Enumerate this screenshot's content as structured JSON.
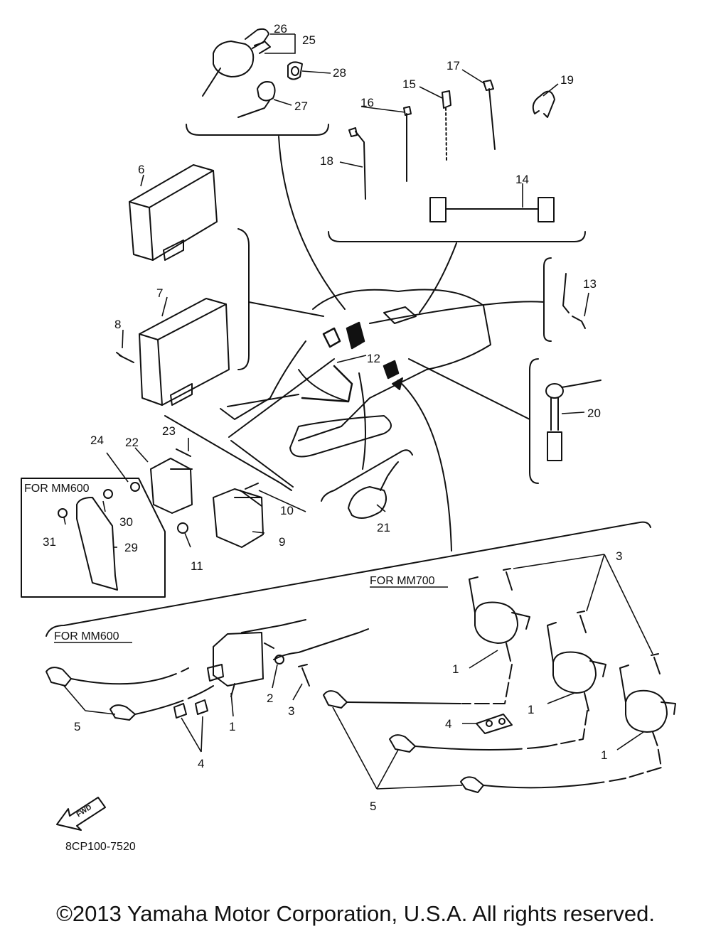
{
  "callouts": [
    "1",
    "2",
    "3",
    "4",
    "5",
    "6",
    "7",
    "8",
    "9",
    "10",
    "11",
    "12",
    "13",
    "14",
    "15",
    "16",
    "17",
    "18",
    "19",
    "20",
    "21",
    "22",
    "23",
    "24",
    "25",
    "26",
    "27",
    "28",
    "29",
    "30",
    "31"
  ],
  "captions": {
    "mm600_box": "FOR MM600",
    "mm700": "FOR MM700",
    "mm600": "FOR MM600",
    "fwd": "FWD",
    "drawing_code": "8CP100-7520"
  },
  "copyright": "©2013 Yamaha Motor Corporation, U.S.A. All rights reserved.",
  "colors": {
    "ink": "#111111",
    "background": "#ffffff"
  }
}
